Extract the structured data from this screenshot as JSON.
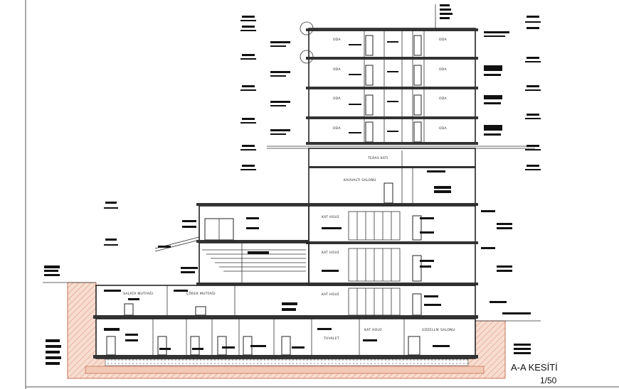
{
  "drawing": {
    "title": "A-A KESİTİ",
    "scale": "1/50"
  },
  "rooms": {
    "oda": "ODA",
    "teras_kati": "TERAS KATI",
    "kahvalti_salonu": "KAHVALTI SALONU",
    "kat_holu": "KAT HOLÜ",
    "salata_mutfagi": "SALATA MUTFAĞI",
    "corek_mutfagi": "ÇÖREK MUTFAĞI",
    "tuvalet": "TUVALET",
    "kat_holu_lower": "KAT HOLÜ",
    "guzellik_salonu": "GÜZELLİK SALONU"
  },
  "colors": {
    "ground_hatch": "#e8b39a",
    "ground_stroke": "#c9745a",
    "line": "#222222"
  }
}
